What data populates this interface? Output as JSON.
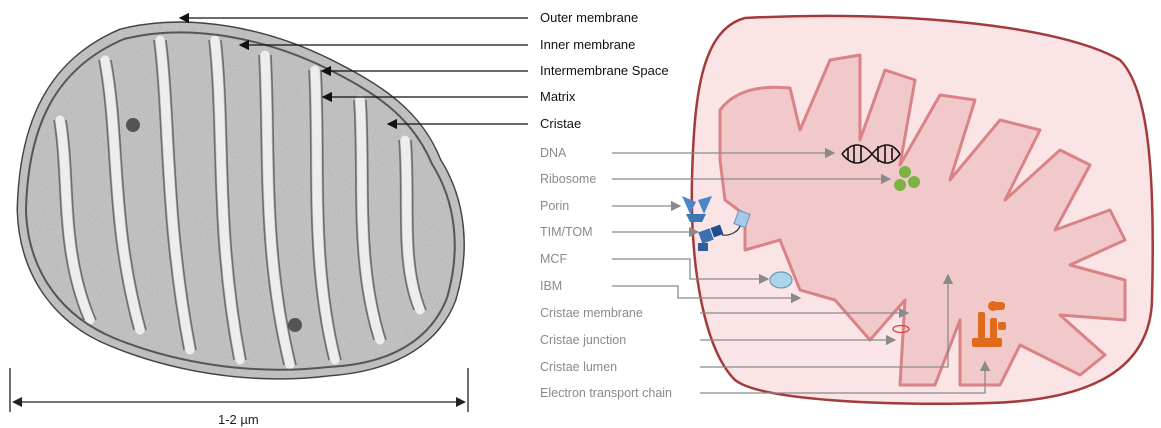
{
  "em_panel": {
    "labels": [
      "Outer membrane",
      "Inner membrane",
      "Intermembrane Space",
      "Matrix",
      "Cristae"
    ],
    "scale_bar": "1-2 µm"
  },
  "schematic": {
    "labels": [
      "DNA",
      "Ribosome",
      "Porin",
      "TIM/TOM",
      "MCF",
      "IBM",
      "Cristae membrane",
      "Cristae junction",
      "Cristae lumen",
      "Electron transport chain"
    ]
  },
  "colors": {
    "outer_membrane": "#a33a3c",
    "inner_fill": "#f1c8ca",
    "inner_stroke": "#d98386",
    "matrix_fill": "#f8dcdd",
    "ribosome": "#7cb342",
    "porin": "#4a86c8",
    "mcf": "#a9d4ea",
    "etc": "#e06c1b",
    "arrow_grey": "#8a8a8a"
  }
}
